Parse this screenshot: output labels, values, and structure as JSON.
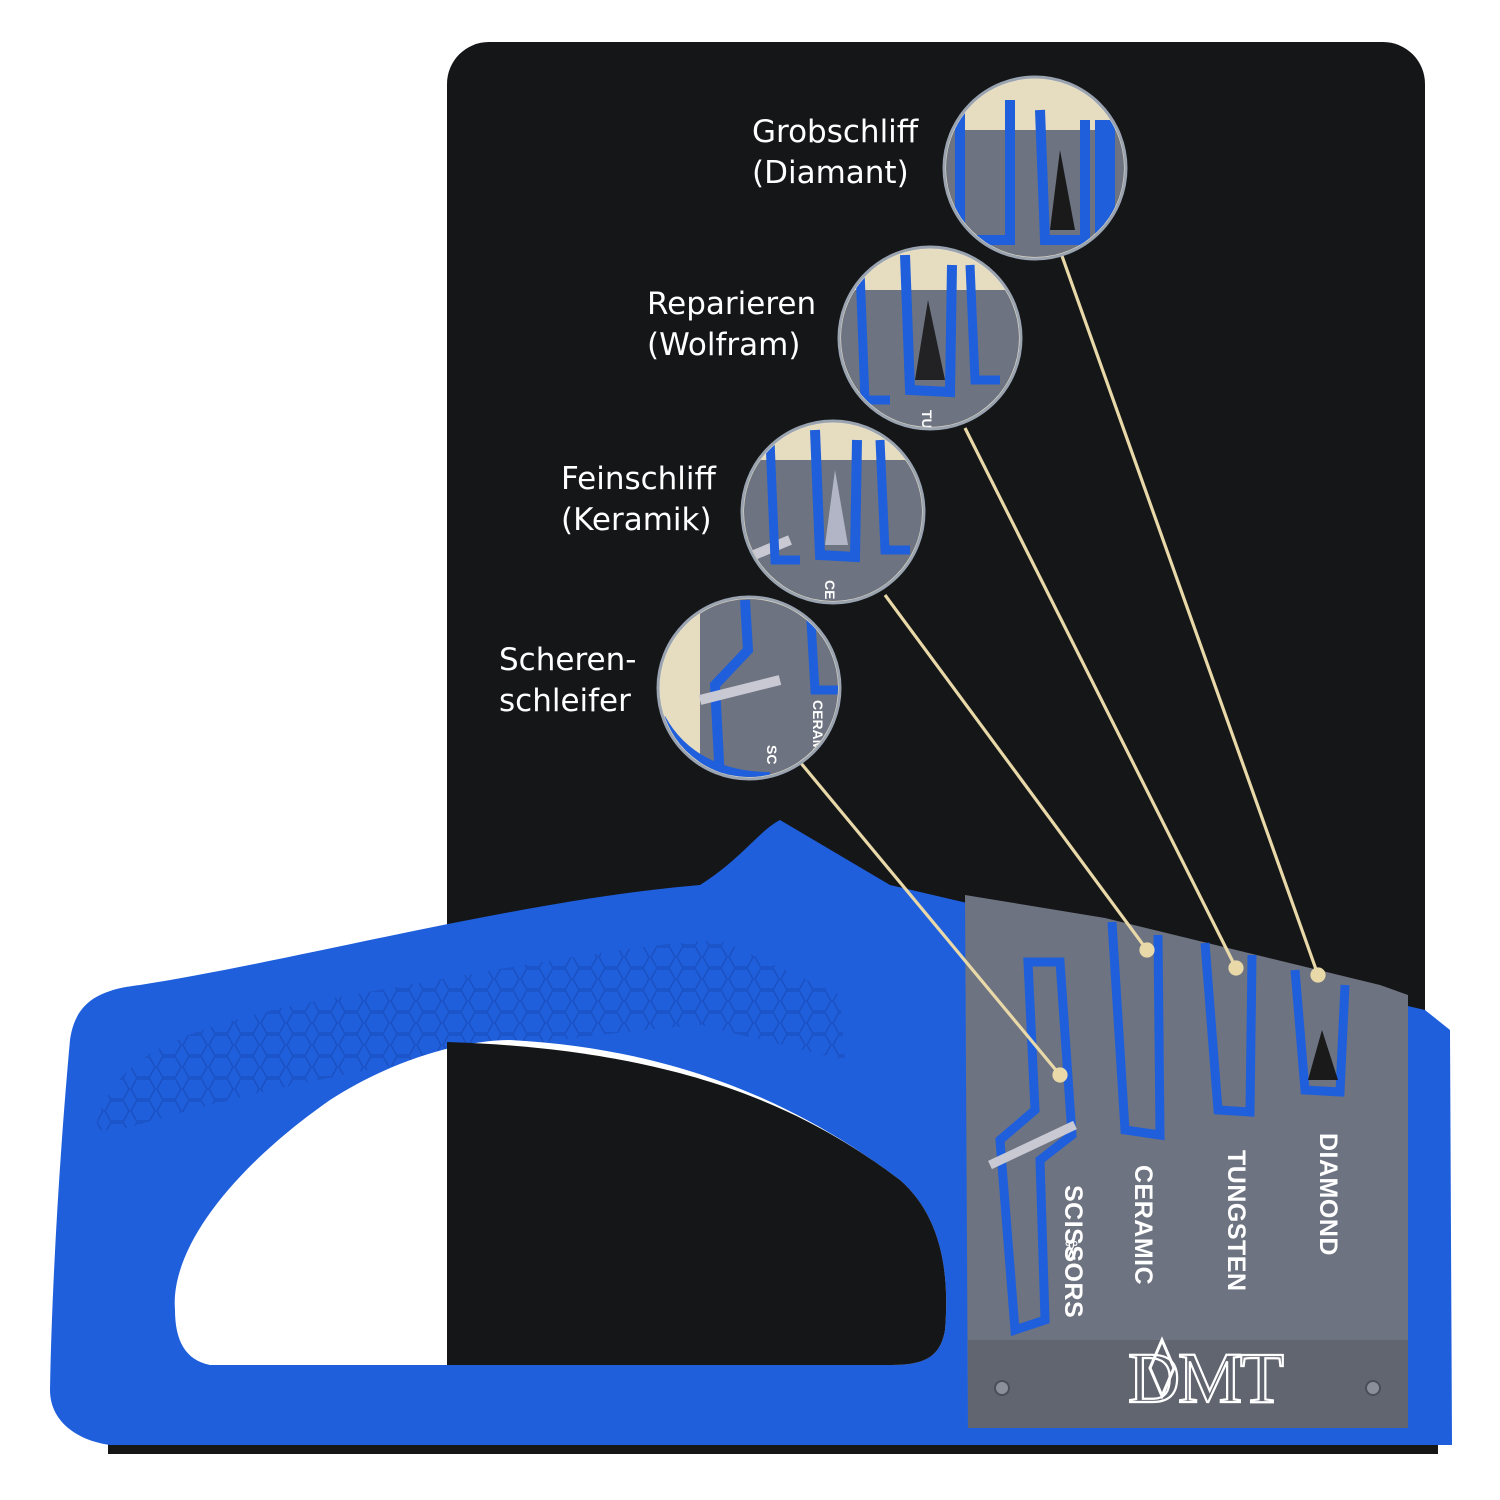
{
  "callouts": {
    "coarse": {
      "line1": "Grobschliff",
      "line2": "(Diamant)"
    },
    "repair": {
      "line1": "Reparieren",
      "line2": "(Wolfram)"
    },
    "fine": {
      "line1": "Feinschliff",
      "line2": "(Keramik)"
    },
    "scissors": {
      "line1": "Scheren-",
      "line2": "schleifer"
    }
  },
  "slots": {
    "scissors": "SCISSORS",
    "ceramic": "CERAMIC",
    "tungsten": "TUNGSTEN",
    "diamond": "DIAMOND"
  },
  "zoom_fragments": {
    "tungsten": "TU",
    "ceramic": "CE",
    "ceramic_small": "CERAM",
    "scissors": "SC"
  },
  "brand": {
    "logo": "DMT"
  },
  "colors": {
    "panel": "#151618",
    "handle_blue": "#1f5fdc",
    "housing_gray": "#6d7380",
    "leader_line": "#e9d9a8",
    "label_text": "#ffffff"
  }
}
